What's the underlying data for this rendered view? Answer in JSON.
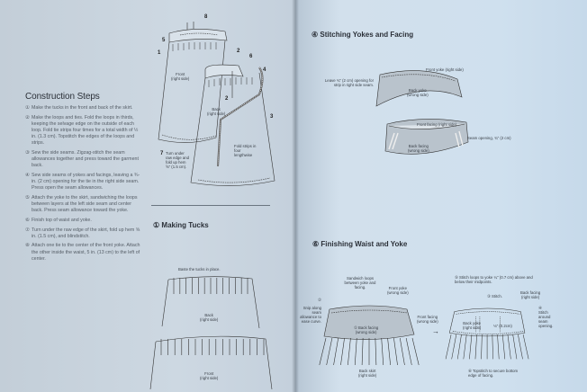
{
  "left_page": {
    "title": "Construction Steps",
    "steps": [
      {
        "n": "①",
        "text": "Make the tucks in the front and back of the skirt."
      },
      {
        "n": "②",
        "text": "Make the loops and ties. Fold the loops in thirds, keeping the selvage edge on the outside of each loop. Fold tie strips four times for a total width of ½ in. (1.3 cm). Topstitch the edges of the loops and strips."
      },
      {
        "n": "③",
        "text": "Sew the side seams. Zigzag-stitch the seam allowances together and press toward the garment back."
      },
      {
        "n": "④",
        "text": "Sew side seams of yokes and facings, leaving a ¾-in. (2 cm) opening for the tie in the right side seam. Press open the seam allowances."
      },
      {
        "n": "⑤",
        "text": "Attach the yoke to the skirt, sandwiching the loops between layers at the left side seam and center back. Press seam allowance toward the yoke."
      },
      {
        "n": "⑥",
        "text": "Finish top of waist and yoke."
      },
      {
        "n": "⑦",
        "text": "Turn under the raw edge of the skirt, fold up hem ⅝ in. (1.5 cm), and blindstitch."
      },
      {
        "n": "⑧",
        "text": "Attach one tie to the center of the front yoke. Attach the other inside the waist, 5 in. (13 cm) to the left of center."
      }
    ],
    "overview_diagram": {
      "numbers": [
        "8",
        "5",
        "1",
        "2",
        "6",
        "4",
        "2",
        "3",
        "7"
      ],
      "front_label": "Front\n(right side)",
      "back_label": "Back\n(right side)",
      "fold_label": "Fold strips in four lengthwise",
      "hem_label": "Turn under raw edge and fold up hem ⅝\" (1.5 cm)."
    },
    "making_tucks": {
      "number": "①",
      "title": "Making Tucks",
      "baste_note": "Baste the tucks in place.",
      "back_label": "Back\n(right side)",
      "front_label": "Front\n(right side)"
    }
  },
  "right_page": {
    "stitching": {
      "number": "④",
      "title": "Stitching Yokes and Facing",
      "leave_note": "Leave ¾\" (2 cm) opening for strip in right side seam.",
      "front_yoke": "Front yoke (right side)",
      "back_yoke": "Back yoke\n(wrong side)",
      "front_facing": "Front facing (right side)",
      "seam_opening": "Seam opening, ¾\" (2 cm)",
      "back_facing": "Back facing\n(wrong side)"
    },
    "finishing": {
      "number": "⑥",
      "title": "Finishing Waist and Yoke",
      "sandwich": "Sandwich loops between yoke and facing.",
      "front_yoke": "Front yoke\n(wrong side)",
      "step2": "②",
      "snip": "Snip along seam allowance to ease curve.",
      "back_facing": "① Back facing\n(wrong side)",
      "front_facing": "Front facing\n(wrong side)",
      "arrow": "→",
      "back_skirt": "Back skirt\n(right side)",
      "stitch_loops": "⑤ Stitch loops to yoke ¼\" (0.7 cm) above and below their midpoints.",
      "stitch": "③ Stitch.",
      "back_facing_right": "Back facing\n(right side)",
      "stitch_around": "④\nStitch around seam opening.",
      "back_yoke": "Back yoke\n(right side)",
      "measure": "⅛\" (0.2cm)",
      "topstitch": "⑥ Topstitch to secure bottom edge of facing."
    }
  }
}
